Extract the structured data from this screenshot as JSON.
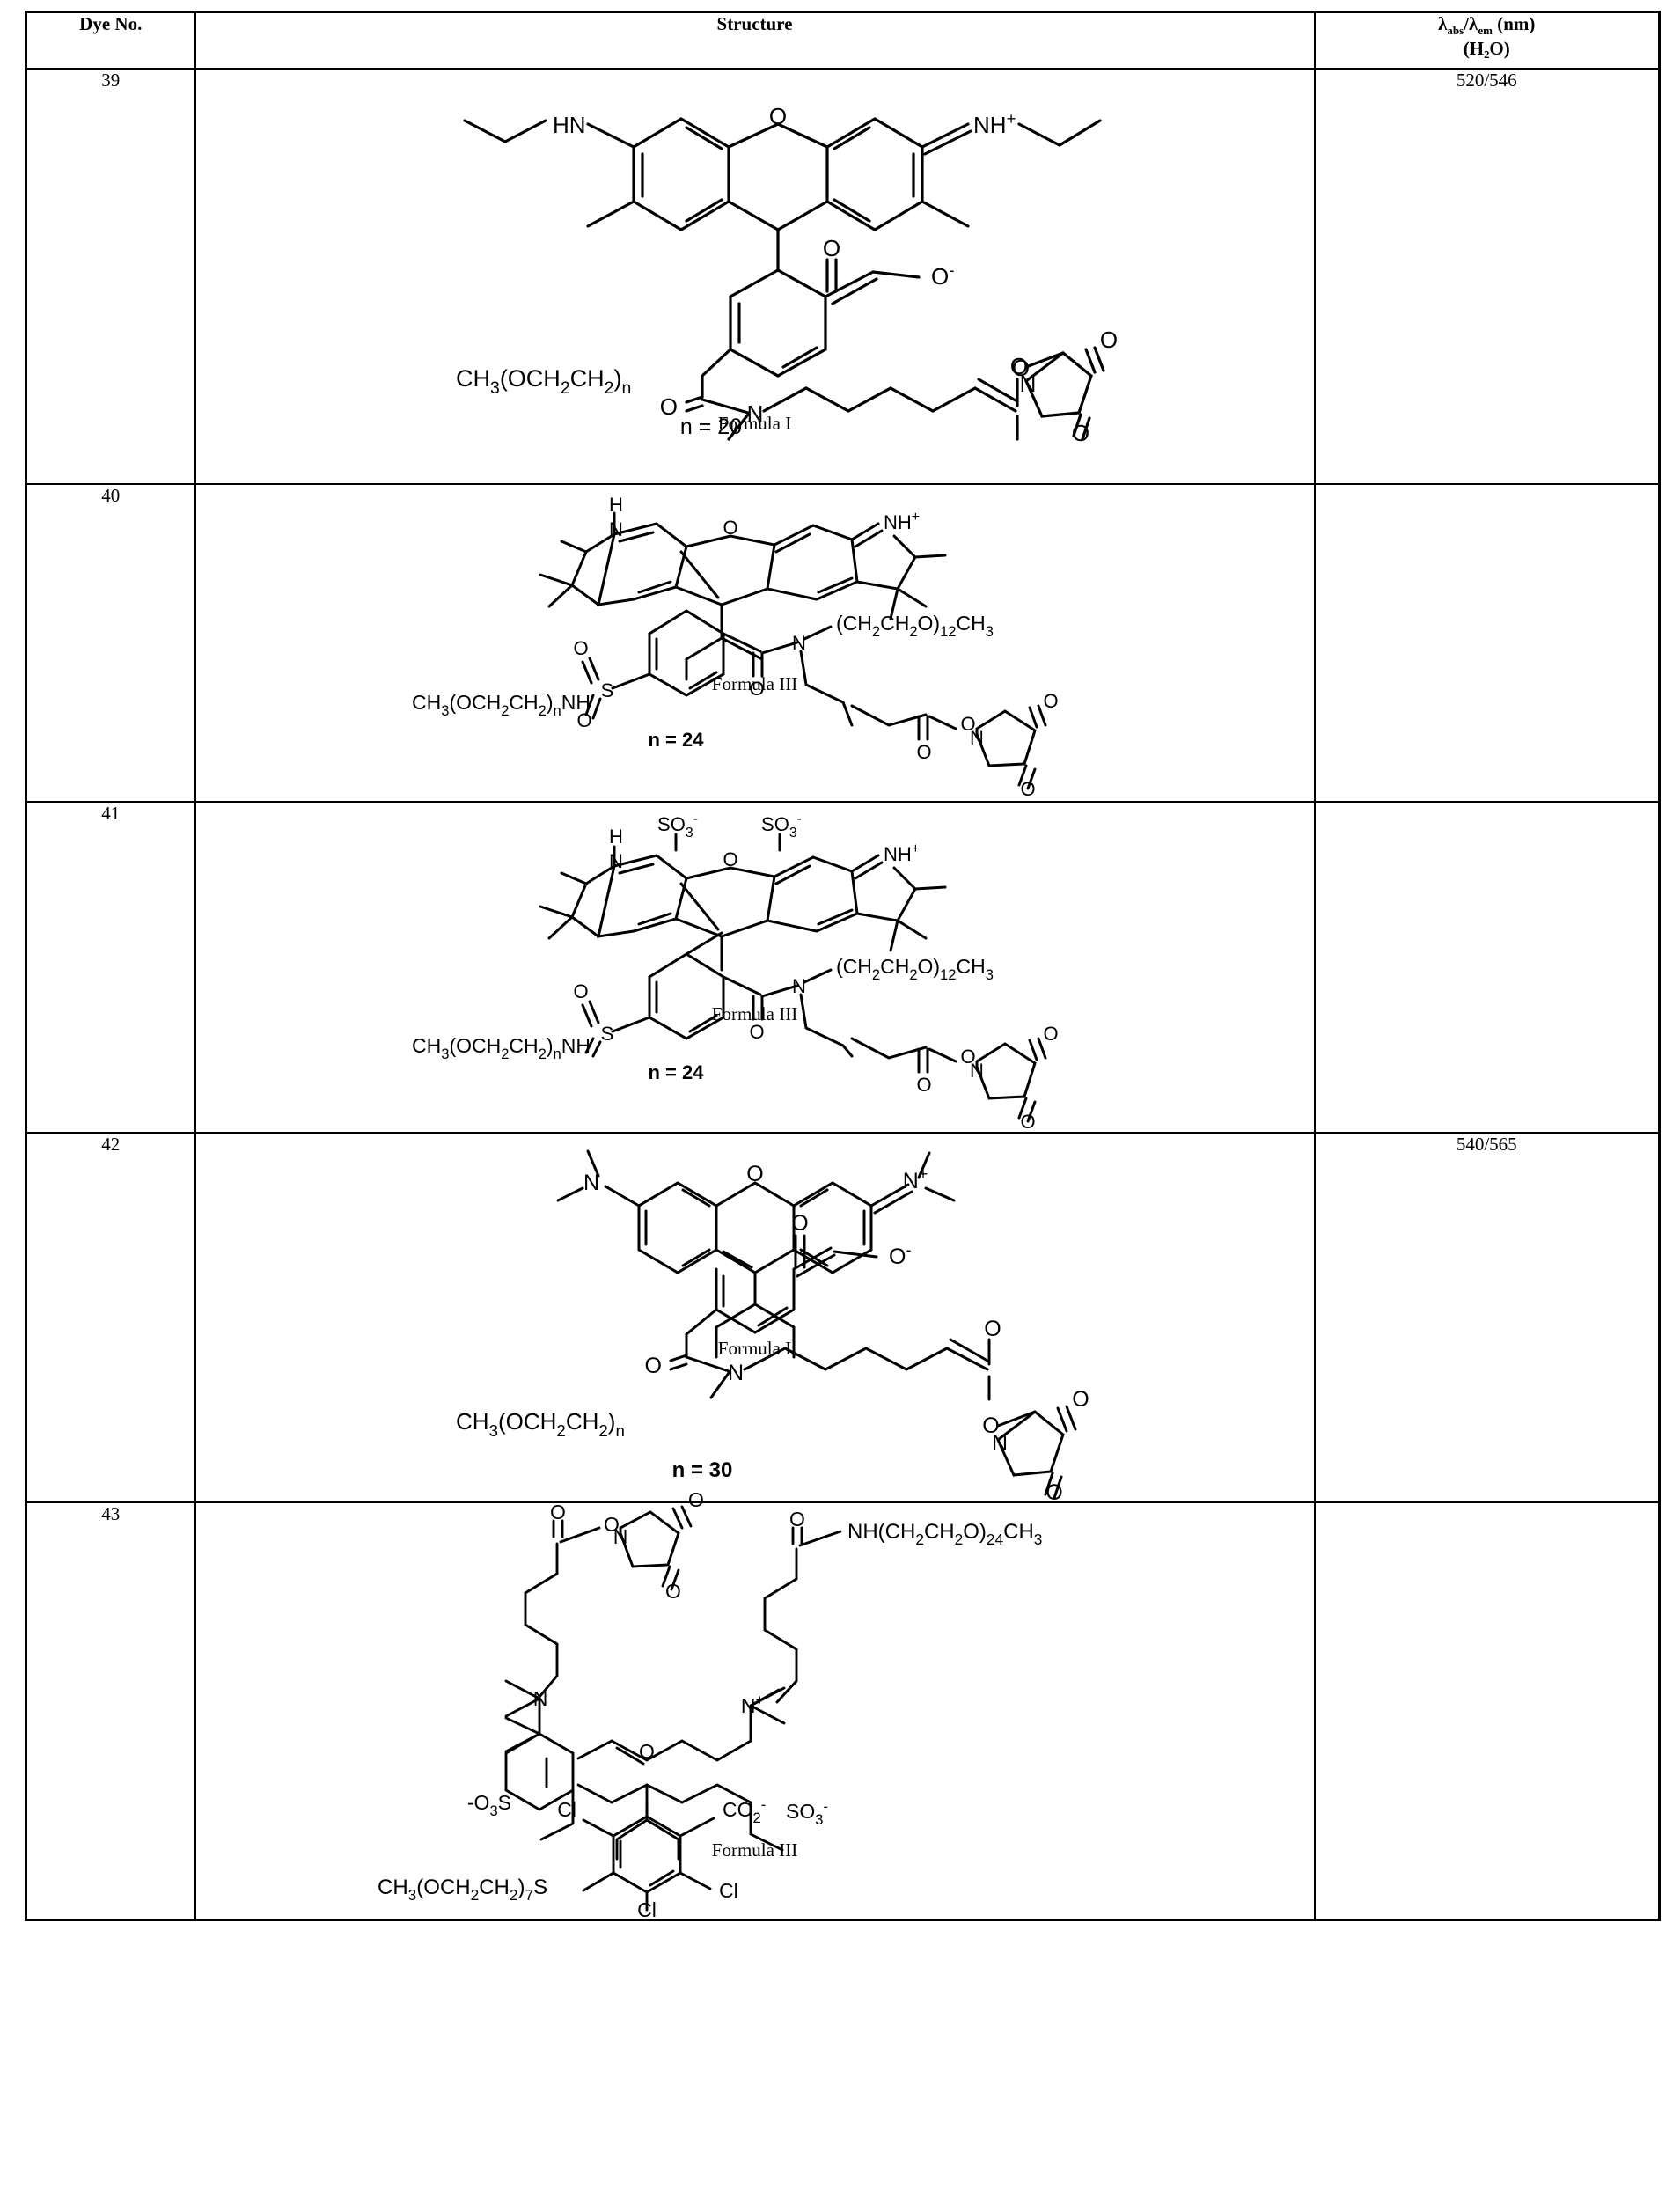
{
  "table": {
    "headers": {
      "col1": "Dye No.",
      "col2": "Structure",
      "col3_line1_lambda1": "λ",
      "col3_line1_sub1": "abs",
      "col3_line1_slash": "/",
      "col3_line1_lambda2": "λ",
      "col3_line1_sub2": "em",
      "col3_line1_unit": " (nm)",
      "col3_line2": "(H₂O)"
    },
    "rows": [
      {
        "dye_no": "39",
        "formula_label": "Formula I",
        "abs_em": "520/546",
        "labels": {
          "left_amine": "HN",
          "right_amine": "NH",
          "right_amine_charge": "+",
          "xanthene_o": "O",
          "carbonyl_o": "O",
          "carboxylate_o": "O",
          "carboxylate_charge": "-",
          "amide_o": "O",
          "amide_n": "N",
          "peg_chain": "CH3(OCH2CH2)n",
          "n_value": "n = 20",
          "ester_o": "O",
          "ester_carbonyl_o": "O",
          "nhs_n": "N",
          "nhs_o_top": "O",
          "nhs_o_bottom": "O"
        }
      },
      {
        "dye_no": "40",
        "formula_label": "Formula III",
        "abs_em": "",
        "labels": {
          "indoline_nh": "H",
          "indoline_n": "N",
          "xanthene_o": "O",
          "right_n": "NH",
          "right_n_charge": "+",
          "sulfonamide_chain": "CH3(OCH2CH2)nNH",
          "sulfonyl_s": "S",
          "sulfonyl_o_top": "O",
          "sulfonyl_o_bottom": "O",
          "amide_o": "O",
          "amide_n": "N",
          "peg_branch": "(CH2CH2O)12CH3",
          "n_value": "n = 24",
          "ester_o": "O",
          "ester_carbonyl_o": "O",
          "nhs_n": "N",
          "nhs_o_top": "O",
          "nhs_o_bottom": "O"
        }
      },
      {
        "dye_no": "41",
        "formula_label": "Formula III",
        "abs_em": "",
        "labels": {
          "indoline_nh": "H",
          "indoline_n": "N",
          "sulfonate_left": "SO3",
          "sulfonate_left_charge": "-",
          "sulfonate_right": "SO3",
          "sulfonate_right_charge": "-",
          "xanthene_o": "O",
          "right_n": "NH",
          "right_n_charge": "+",
          "sulfonamide_chain": "CH3(OCH2CH2)nNH",
          "sulfonyl_s": "S",
          "sulfonyl_o_top": "O",
          "sulfonyl_o_bottom": "O",
          "amide_o": "O",
          "amide_n": "N",
          "peg_branch": "(CH2CH2O)12CH3",
          "n_value": "n = 24",
          "ester_o": "O",
          "ester_carbonyl_o": "O",
          "nhs_n": "N",
          "nhs_o_top": "O",
          "nhs_o_bottom": "O"
        }
      },
      {
        "dye_no": "42",
        "formula_label": "Formula I",
        "abs_em": "540/565",
        "labels": {
          "left_n": "N",
          "right_n": "N",
          "right_n_charge": "+",
          "xanthene_o": "O",
          "carbonyl_o": "O",
          "carboxylate_o": "O",
          "carboxylate_charge": "-",
          "amide_o": "O",
          "amide_n": "N",
          "peg_chain": "CH3(OCH2CH2)n",
          "n_value": "n = 30",
          "ester_o": "O",
          "ester_carbonyl_o": "O",
          "nhs_n": "N",
          "nhs_o_top": "O",
          "nhs_o_bottom": "O"
        }
      },
      {
        "dye_no": "43",
        "formula_label": "Formula III",
        "abs_em": "",
        "labels": {
          "nhs_ester_o": "O",
          "nhs_ester_link_o": "O",
          "nhs_n": "N",
          "nhs_o_top": "O",
          "nhs_o_bottom": "O",
          "amide_o": "O",
          "peg_amide": "NH(CH2CH2O)24CH3",
          "left_ring_n": "N",
          "right_ring_n": "N",
          "right_ring_n_charge": "+",
          "xanthene_o": "O",
          "sulfonate_left": "-O3S",
          "sulfonate_right": "SO3",
          "sulfonate_right_charge": "-",
          "cl_top_left": "Cl",
          "cl_right": "Cl",
          "cl_bottom": "Cl",
          "carboxylate": "CO2",
          "carboxylate_charge": "-",
          "thioether_chain": "CH3(OCH2CH2)7S"
        }
      }
    ]
  }
}
